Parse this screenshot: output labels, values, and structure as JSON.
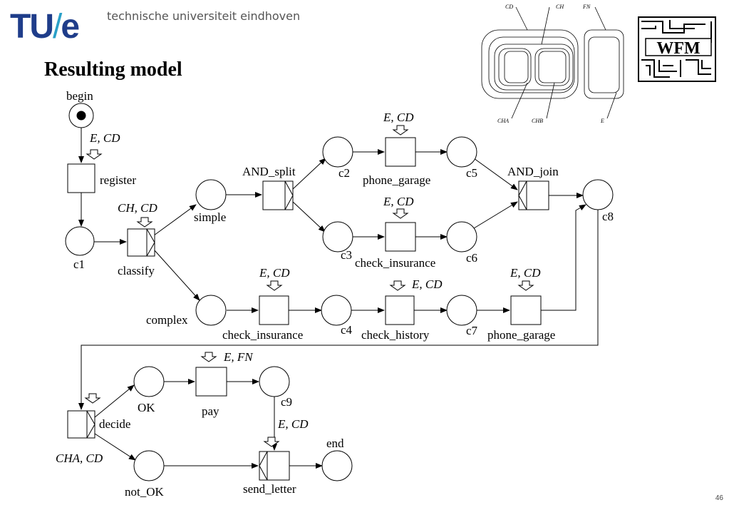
{
  "header": {
    "logo_text": "TU",
    "logo_slash": "/",
    "logo_e": "e",
    "university": "technische universiteit eindhoven",
    "wfm_logo": "WFM"
  },
  "title": "Resulting model",
  "page_number": "46",
  "inset": {
    "labels": {
      "cd": "CD",
      "ch": "CH",
      "fn": "FN",
      "cha": "CHA",
      "chb": "CHB",
      "e": "E"
    }
  },
  "places": {
    "begin": "begin",
    "c1": "c1",
    "simple": "simple",
    "complex": "complex",
    "c2": "c2",
    "c3": "c3",
    "c4": "c4",
    "c5": "c5",
    "c6": "c6",
    "c7": "c7",
    "c8": "c8",
    "c9": "c9",
    "ok": "OK",
    "not_ok": "not_OK",
    "end": "end"
  },
  "transitions": {
    "register": "register",
    "classify": "classify",
    "and_split": "AND_split",
    "phone_garage_top": "phone_garage",
    "check_insurance_top": "check_insurance",
    "and_join": "AND_join",
    "check_insurance_bottom": "check_insurance",
    "check_history": "check_history",
    "phone_garage_bottom": "phone_garage",
    "decide": "decide",
    "pay": "pay",
    "send_letter": "send_letter"
  },
  "resources": {
    "register": "E, CD",
    "classify": "CH, CD",
    "phone_garage_top": "E, CD",
    "check_insurance_top": "E, CD",
    "check_insurance_bottom": "E, CD",
    "check_history": "E, CD",
    "phone_garage_bottom": "E, CD",
    "decide": "CHA, CD",
    "pay": "E, FN",
    "send_letter": "E, CD"
  }
}
